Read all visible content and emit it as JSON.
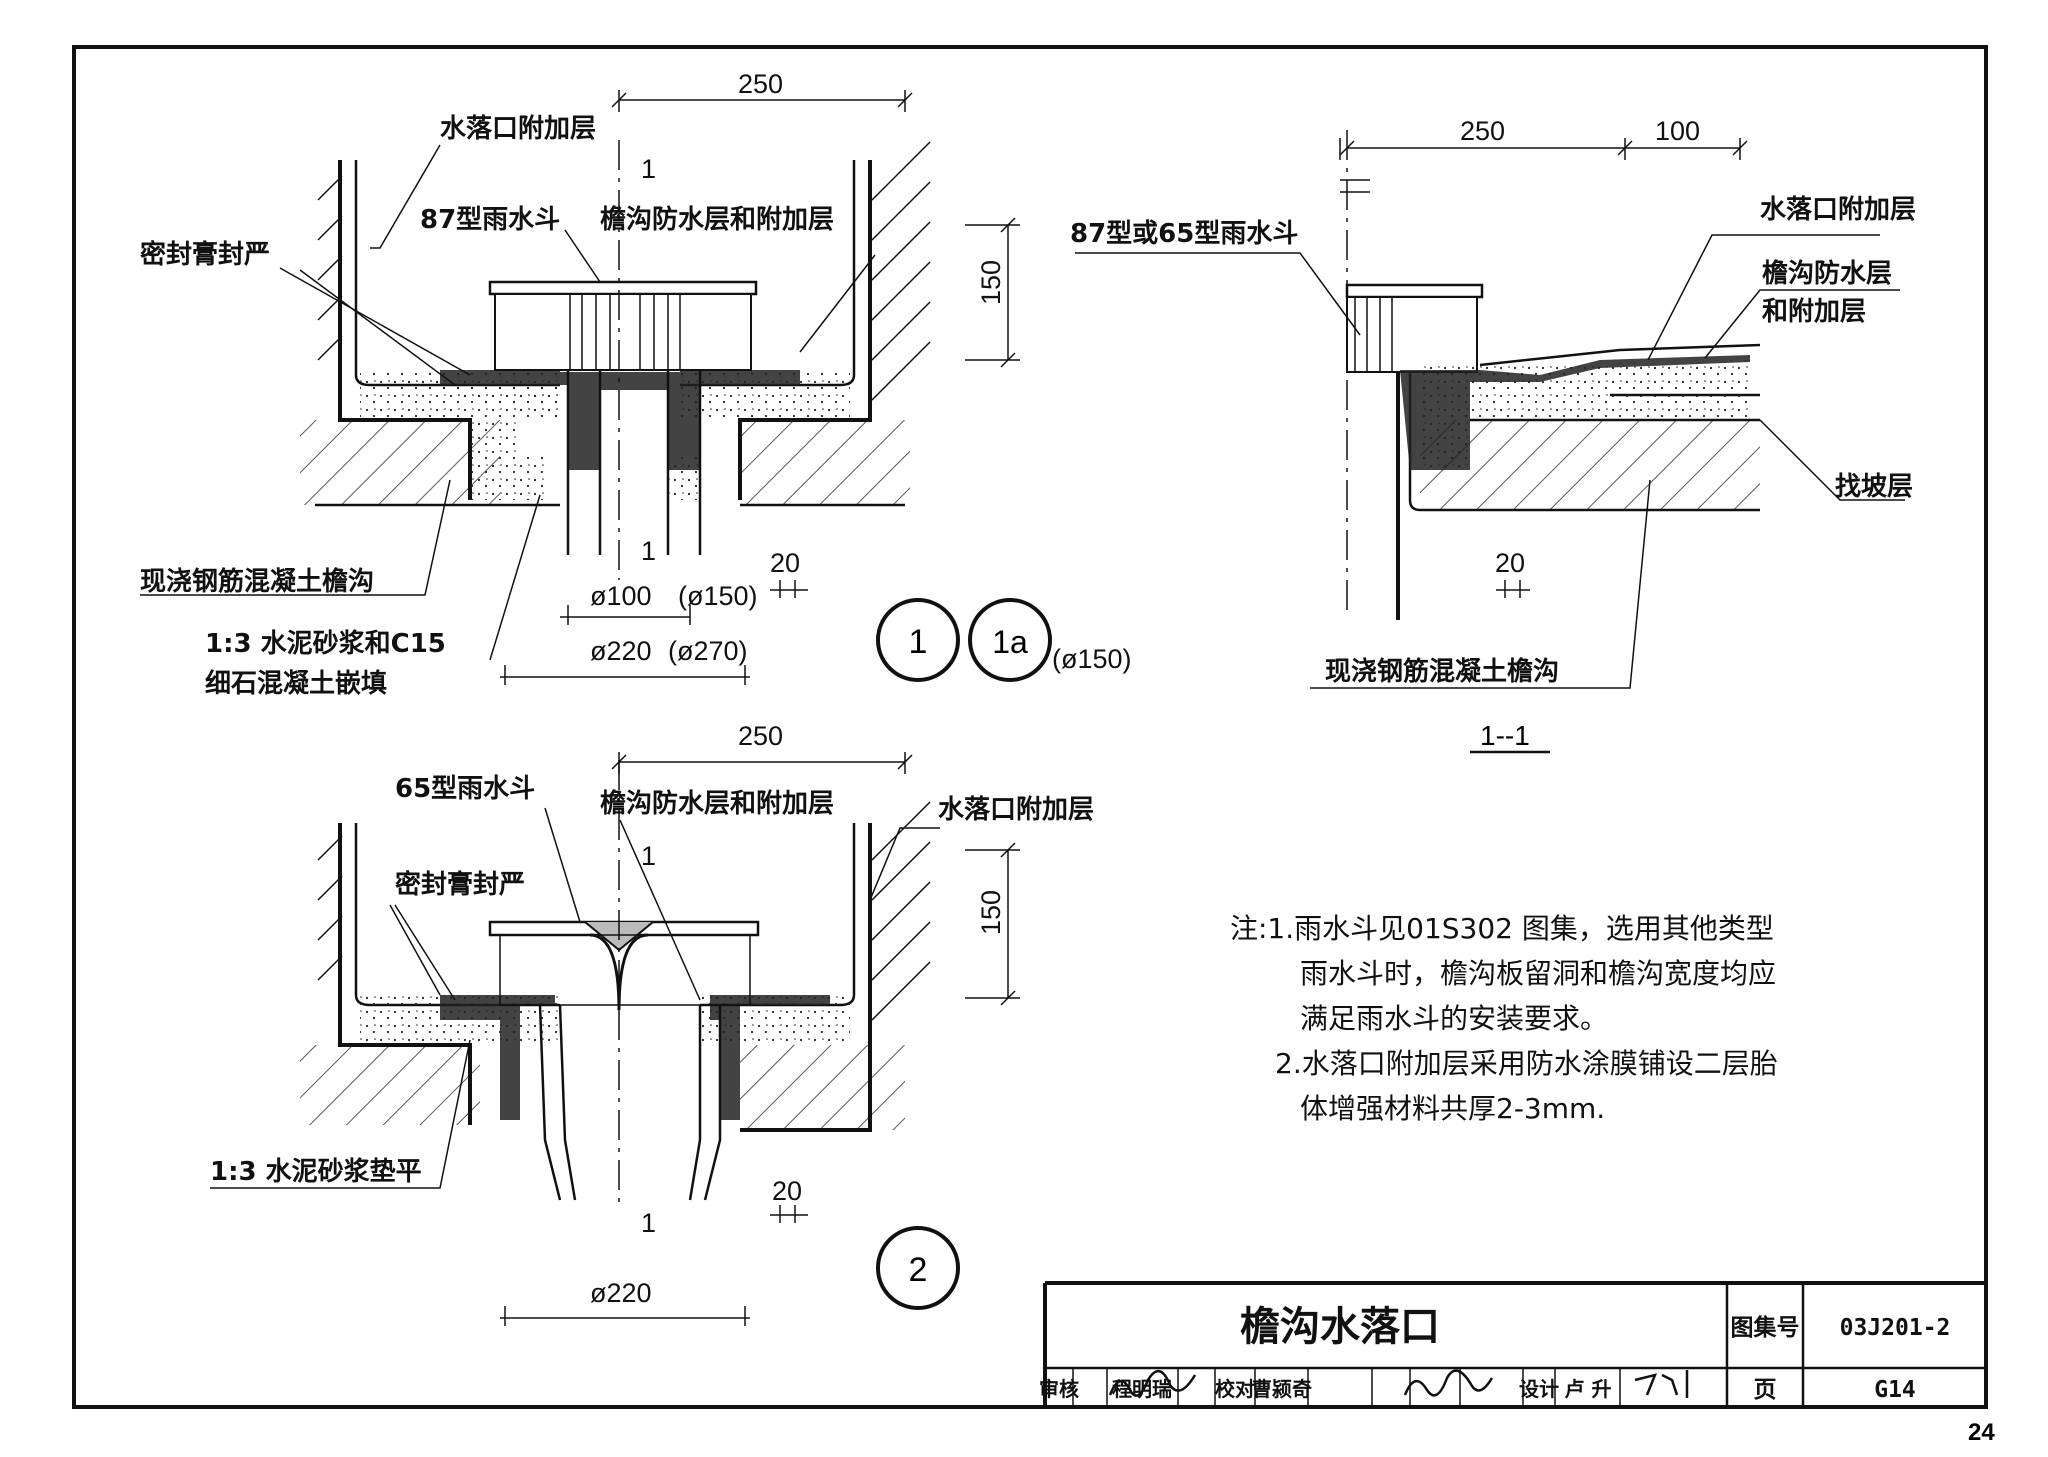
{
  "detail1": {
    "dim_top": "250",
    "dim_side": "150",
    "dim_20": "20",
    "section_mark": "1",
    "label_outlet_layer": "水落口附加层",
    "label_sealant": "密封膏封严",
    "label_hopper": "87型雨水斗",
    "label_gutter_waterproof": "檐沟防水层和附加层",
    "label_concrete_gutter": "现浇钢筋混凝土檐沟",
    "label_mortar_line1": "1:3 水泥砂浆和C15",
    "label_mortar_line2": "细石混凝土嵌填",
    "dia_small": "ø100",
    "dia_small_alt": "(ø150)",
    "dia_large": "ø220",
    "dia_large_alt": "(ø270)",
    "callout_1": "1",
    "callout_1a": "1a",
    "callout_1a_note": "(ø150)"
  },
  "section11": {
    "dim_250": "250",
    "dim_100": "100",
    "dim_20": "20",
    "label_hopper": "87型或65型雨水斗",
    "label_outlet_layer": "水落口附加层",
    "label_waterproof_1": "檐沟防水层",
    "label_waterproof_2": "和附加层",
    "label_slope": "找坡层",
    "label_concrete_gutter": "现浇钢筋混凝土檐沟",
    "title": "1--1"
  },
  "detail2": {
    "dim_top": "250",
    "dim_side": "150",
    "dim_20": "20",
    "section_mark": "1",
    "label_hopper": "65型雨水斗",
    "label_gutter_waterproof": "檐沟防水层和附加层",
    "label_outlet_layer": "水落口附加层",
    "label_sealant": "密封膏封严",
    "label_mortar": "1:3 水泥砂浆垫平",
    "dia_large": "ø220",
    "callout_2": "2"
  },
  "notes": {
    "line1": "注:1.雨水斗见01S302 图集，选用其他类型",
    "line2": "雨水斗时，檐沟板留洞和檐沟宽度均应",
    "line3": "满足雨水斗的安装要求。",
    "line4": "2.水落口附加层采用防水涂膜铺设二层胎",
    "line5": "体增强材料共厚2-3mm."
  },
  "title_block": {
    "title": "檐沟水落口",
    "atlas_label": "图集号",
    "atlas_no": "03J201-2",
    "page_label": "页",
    "page_no": "G14",
    "review_label": "审核",
    "reviewer": "程明瑞",
    "check_label": "校对",
    "checker": "曹颍奇",
    "design_label": "设计",
    "designer": "卢 升"
  },
  "page_number": "24"
}
